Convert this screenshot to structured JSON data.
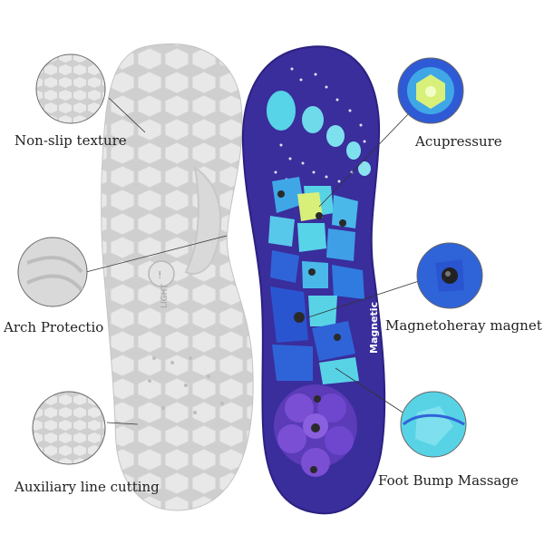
{
  "labels": {
    "non_slip": "Non-slip texture",
    "arch": "Arch Protectio",
    "auxiliary": "Auxiliary line cutting",
    "acupressure": "Acupressure",
    "magnet": "Magnetoheray magnet",
    "bump": "Foot Bump Massage"
  },
  "insole_text": {
    "side_brand": "Magnetic",
    "logo_text": "LIGHT"
  },
  "colors": {
    "background": "#ffffff",
    "sole_gray": "#dcdcdc",
    "hex_cell": "#e7e7e7",
    "insole_navy": "#3a2d9c",
    "cyan": "#58d3e6",
    "blue": "#2f64d8",
    "purple": "#6a3fc7",
    "yellow_green": "#d8f07a"
  }
}
